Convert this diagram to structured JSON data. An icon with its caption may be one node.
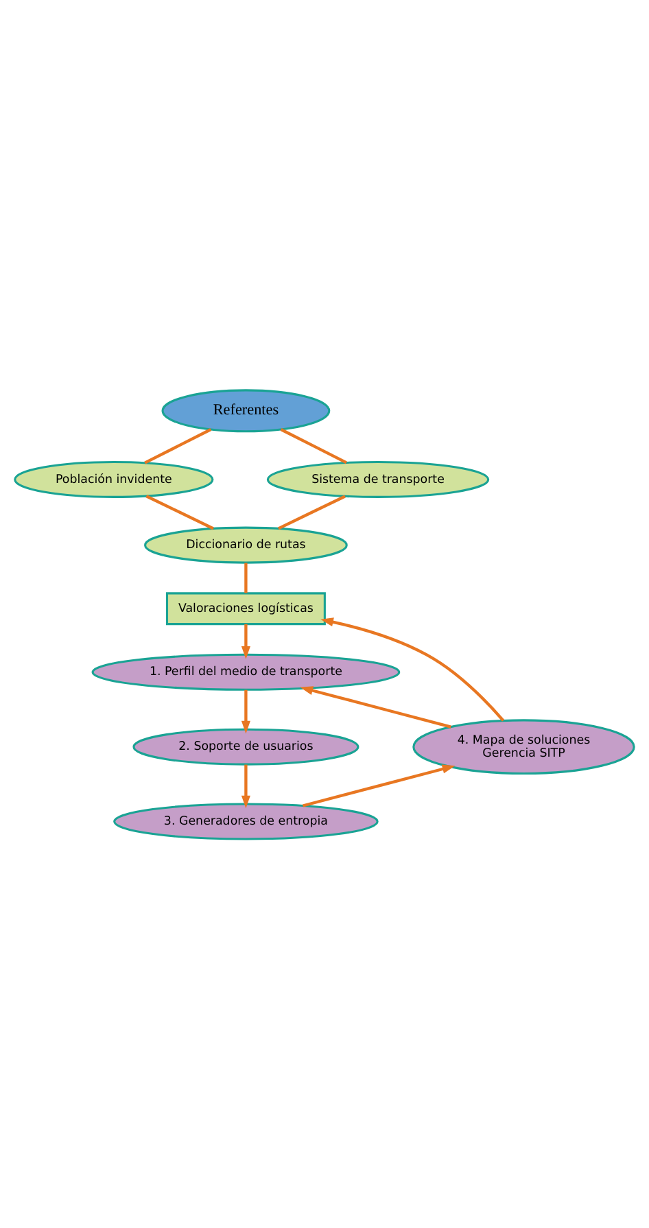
{
  "diagram": {
    "nodes": [
      {
        "text": [
          "Referentes"
        ]
      },
      {
        "text": [
          "Población invidente"
        ]
      },
      {
        "text": [
          "Sistema de transporte"
        ]
      },
      {
        "text": [
          "Diccionario de rutas"
        ]
      },
      {
        "text": [
          "Valoraciones logísticas"
        ]
      },
      {
        "text": [
          "1. Perfil del medio de transporte"
        ]
      },
      {
        "text": [
          "2. Soporte de usuarios"
        ]
      },
      {
        "text": [
          "3. Generadores de entropia"
        ]
      },
      {
        "text": [
          "4. Mapa de soluciones",
          "Gerencia SITP"
        ]
      }
    ],
    "edges": [
      {
        "from": 0,
        "to": 1,
        "arrow": "none"
      },
      {
        "from": 0,
        "to": 2,
        "arrow": "none"
      },
      {
        "from": 1,
        "to": 3,
        "arrow": "none"
      },
      {
        "from": 2,
        "to": 3,
        "arrow": "none"
      },
      {
        "from": 3,
        "to": 4,
        "arrow": "none"
      },
      {
        "from": 4,
        "to": 5,
        "arrow": "to"
      },
      {
        "from": 5,
        "to": 6,
        "arrow": "to"
      },
      {
        "from": 6,
        "to": 7,
        "arrow": "to"
      },
      {
        "from": 7,
        "to": 8,
        "arrow": "to"
      },
      {
        "from": 8,
        "to": 5,
        "arrow": "to"
      },
      {
        "from": 8,
        "to": 4,
        "arrow": "to"
      }
    ]
  }
}
